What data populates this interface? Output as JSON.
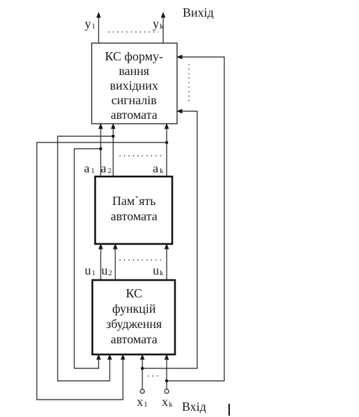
{
  "labels": {
    "output_title": "Вихід",
    "input_title": "Вхід",
    "y1": {
      "base": "y",
      "sub": "1"
    },
    "yk": {
      "base": "y",
      "sub": "k"
    },
    "a1": {
      "base": "a",
      "sub": "1"
    },
    "a2": {
      "base": "a",
      "sub": "2"
    },
    "ak": {
      "base": "a",
      "sub": "k"
    },
    "u1": {
      "base": "u",
      "sub": "1"
    },
    "u2": {
      "base": "u",
      "sub": "2"
    },
    "uk": {
      "base": "u",
      "sub": "k"
    },
    "x1": {
      "base": "x",
      "sub": "1"
    },
    "xk": {
      "base": "x",
      "sub": "k"
    }
  },
  "blocks": {
    "output_logic": [
      "КС форму-",
      "вання",
      "вихідних",
      "сигналів",
      "автомата"
    ],
    "memory": [
      "Пам`ять",
      "автомата"
    ],
    "excitation_logic": [
      "КС",
      "функцій",
      "збудження",
      "автомата"
    ]
  }
}
